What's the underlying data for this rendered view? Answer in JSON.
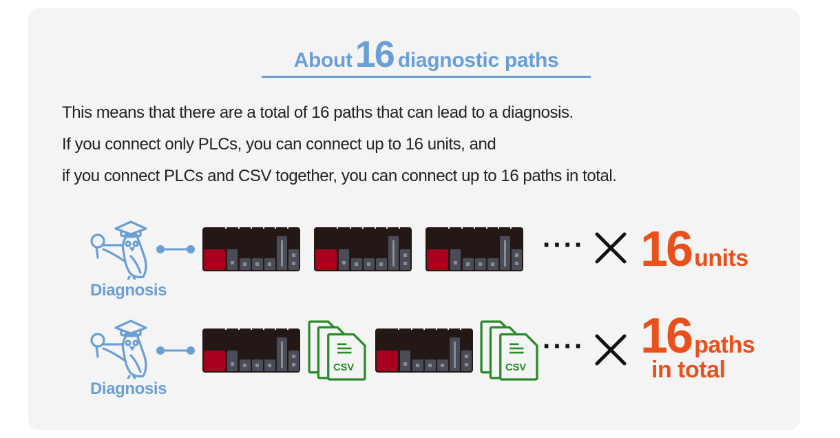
{
  "title": {
    "prefix": "About",
    "number": "16",
    "suffix": "diagnostic paths"
  },
  "description": {
    "lines": [
      "This means that there are a total of 16 paths that can lead to a diagnosis.",
      "If you connect only PLCs, you can connect up to 16 units, and",
      "if you connect PLCs  and CSV together, you can connect up to 16 paths in total."
    ]
  },
  "rows": [
    {
      "source_label": "Diagnosis",
      "source_icon": "owl-graduate-magnifier-icon",
      "devices": [
        "PLC",
        "PLC",
        "PLC"
      ],
      "ellipsis": "····",
      "multiplier": "×",
      "count": "16",
      "unit": "units",
      "unit_sub": ""
    },
    {
      "source_label": "Diagnosis",
      "source_icon": "owl-graduate-magnifier-icon",
      "devices": [
        "PLC",
        "CSV",
        "PLC",
        "CSV"
      ],
      "csv_label": "CSV",
      "ellipsis": "····",
      "multiplier": "×",
      "count": "16",
      "unit": "paths",
      "unit_sub": "in total"
    }
  ],
  "colors": {
    "accent_blue": "#6a9fd3",
    "accent_orange": "#e8501c",
    "csv_green": "#2a8a2a",
    "plc_body": "#231816",
    "plc_red": "#a8001e",
    "plc_module": "#4a4d57",
    "card_bg": "#f4f4f4"
  }
}
